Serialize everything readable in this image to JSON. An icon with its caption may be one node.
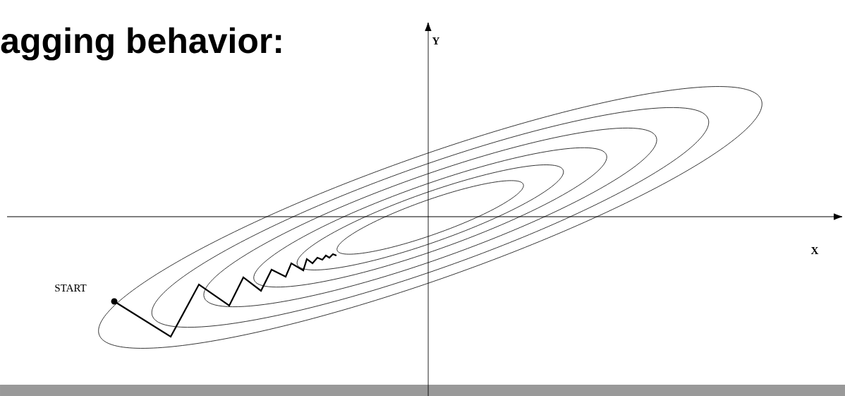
{
  "diagram": {
    "title": "agging behavior:",
    "labels": [
      "Y",
      "X",
      "START"
    ]
  }
}
